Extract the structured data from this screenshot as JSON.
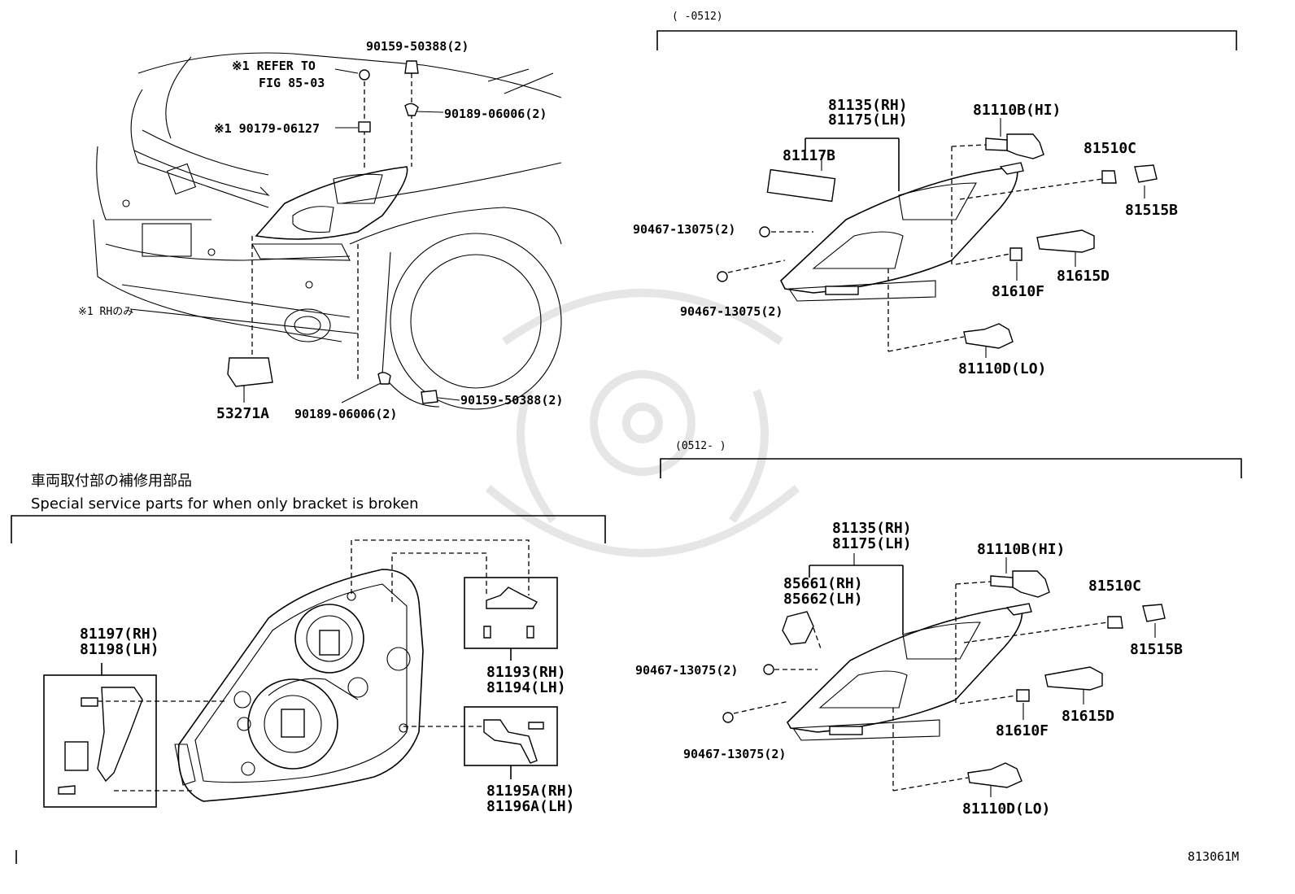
{
  "ranges": {
    "upper": "(      -0512)",
    "lower": "(0512-      )"
  },
  "section": {
    "title_jp": "車両取付部の補修用部品",
    "title_en": "Special service parts for when only bracket is broken"
  },
  "figure_code": "813061M",
  "notes": {
    "refer_line1": "※1 REFER TO",
    "refer_line2": "FIG 85-03",
    "rh_only": "※1 RHのみ"
  },
  "top_left_parts": {
    "p_90159_top": "90159-50388(2)",
    "p_90189_top": "90189-06006(2)",
    "p_90179": "※1 90179-06127",
    "p_53271A": "53271A",
    "p_90189_bot": "90189-06006(2)",
    "p_90159_bot": "90159-50388(2)"
  },
  "upper_right_parts": {
    "p_81135": "81135(RH)",
    "p_81175": "81175(LH)",
    "p_81117B": "81117B",
    "p_81110B": "81110B(HI)",
    "p_81510C": "81510C",
    "p_81515B": "81515B",
    "p_90467_a": "90467-13075(2)",
    "p_90467_b": "90467-13075(2)",
    "p_81615D": "81615D",
    "p_81610F": "81610F",
    "p_81110D": "81110D(LO)"
  },
  "lower_right_parts": {
    "p_81135": "81135(RH)",
    "p_81175": "81175(LH)",
    "p_85661": "85661(RH)",
    "p_85662": "85662(LH)",
    "p_81110B": "81110B(HI)",
    "p_81510C": "81510C",
    "p_81515B": "81515B",
    "p_90467_a": "90467-13075(2)",
    "p_90467_b": "90467-13075(2)",
    "p_81615D": "81615D",
    "p_81610F": "81610F",
    "p_81110D": "81110D(LO)"
  },
  "bracket_parts": {
    "p_81197": "81197(RH)",
    "p_81198": "81198(LH)",
    "p_81193": "81193(RH)",
    "p_81194": "81194(LH)",
    "p_81195A": "81195A(RH)",
    "p_81196A": "81196A(LH)"
  }
}
